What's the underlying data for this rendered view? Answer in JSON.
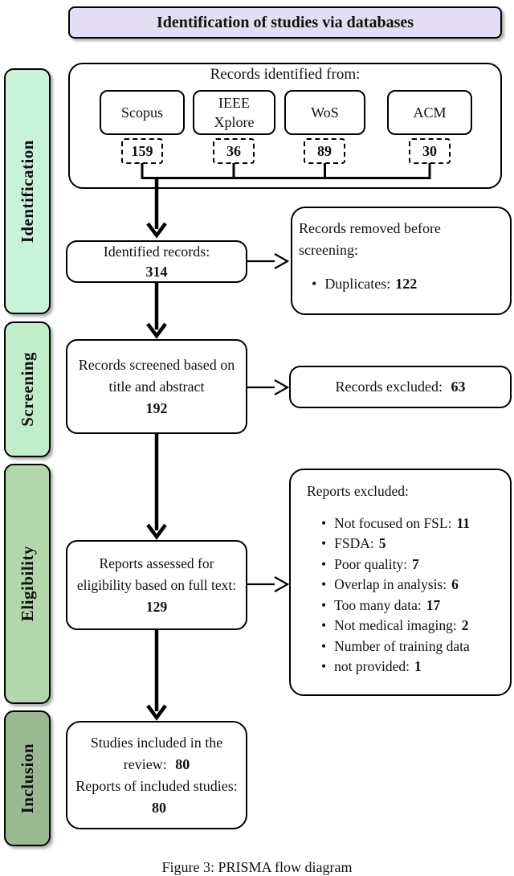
{
  "colors": {
    "title_bg": "#e3def1",
    "stage_identification": "#c9f3d9",
    "stage_screening": "#c2edca",
    "stage_eligibility": "#b2d7ab",
    "stage_inclusion": "#9cba92",
    "line": "#000000"
  },
  "title": "Identification of studies via databases",
  "caption": "Figure 3: PRISMA flow diagram",
  "stages": [
    {
      "label": "Identification"
    },
    {
      "label": "Screening"
    },
    {
      "label": "Eligibility"
    },
    {
      "label": "Inclusion"
    }
  ],
  "identification": {
    "header": "Records identified from:",
    "sources": [
      {
        "name": "Scopus",
        "count": "159"
      },
      {
        "name": "IEEE Xplore",
        "count": "36"
      },
      {
        "name": "WoS",
        "count": "89"
      },
      {
        "name": "ACM",
        "count": "30"
      }
    ],
    "identified": {
      "text": "Identified records:",
      "count": "314"
    },
    "removed": {
      "title": "Records removed before screening:",
      "bullets": [
        {
          "label": "Duplicates:",
          "count": "122"
        }
      ]
    }
  },
  "screening": {
    "screened": {
      "text": "Records screened based on title and abstract",
      "count": "192"
    },
    "excluded": {
      "text": "Records excluded:",
      "count": "63"
    }
  },
  "eligibility": {
    "assessed": {
      "text": "Reports assessed for eligibility based on full text:",
      "count": "129"
    },
    "excluded": {
      "title": "Reports excluded:",
      "bullets": [
        {
          "label": "Not focused on FSL:",
          "count": "11"
        },
        {
          "label": "FSDA:",
          "count": "5"
        },
        {
          "label": "Poor quality:",
          "count": "7"
        },
        {
          "label": "Overlap in analysis:",
          "count": "6"
        },
        {
          "label": "Too many data:",
          "count": "17"
        },
        {
          "label": "Not medical imaging:",
          "count": "2"
        },
        {
          "label": "Number of training data",
          "count": ""
        },
        {
          "label": "not provided:",
          "count": "1"
        }
      ]
    }
  },
  "inclusion": {
    "included": {
      "line1": {
        "text": "Studies included in the review:",
        "count": "80"
      },
      "line2": {
        "text": "Reports of included studies:",
        "count": "80"
      }
    }
  }
}
